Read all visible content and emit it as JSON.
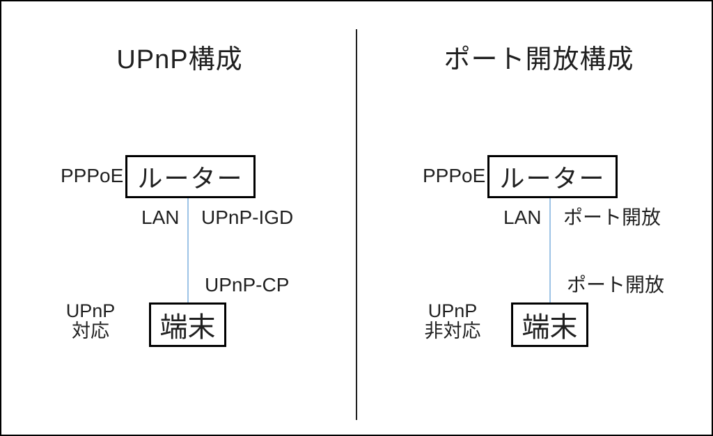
{
  "left": {
    "title": "UPnP構成",
    "wan_label": "PPPoE",
    "router_label": "ルーター",
    "lan_label": "LAN",
    "router_port_label": "UPnP-IGD",
    "device_port_label": "UPnP-CP",
    "device_label": "端末",
    "device_note_line1": "UPnP",
    "device_note_line2": "対応"
  },
  "right": {
    "title": "ポート開放構成",
    "wan_label": "PPPoE",
    "router_label": "ルーター",
    "lan_label": "LAN",
    "router_port_label": "ポート開放",
    "device_port_label": "ポート開放",
    "device_label": "端末",
    "device_note_line1": "UPnP",
    "device_note_line2": "非対応"
  },
  "colors": {
    "connector_line": "#9dc3e6",
    "divider_line": "#1f1f1f",
    "box_border": "#000000",
    "text": "#1f1f1f",
    "background": "#ffffff"
  }
}
